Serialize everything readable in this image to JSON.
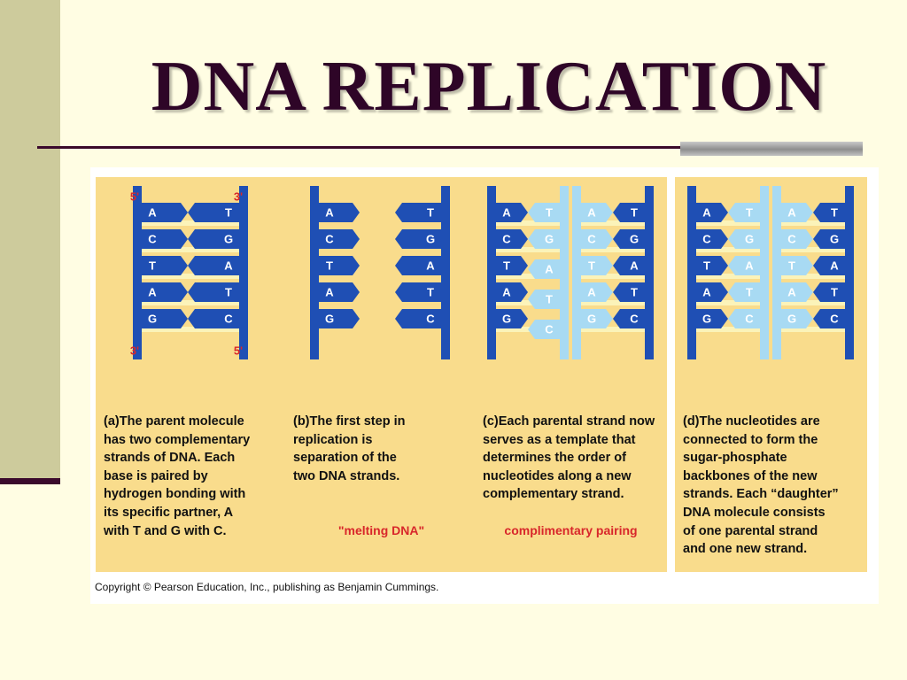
{
  "slide": {
    "title": "DNA REPLICATION"
  },
  "figure": {
    "copyright": "Copyright © Pearson Education, Inc., publishing as Benjamin Cummings.",
    "colors": {
      "old_strand": "#1f4fb4",
      "new_strand": "#a8daf3",
      "rung": "#fbf3b9",
      "panel_bg": "#f9dc8c",
      "label_red": "#d8272b"
    },
    "panels": [
      {
        "letter": "(a)",
        "caption": "The parent molecule\nhas two complementary\nstrands of DNA. Each\nbase is paired by\nhydrogen bonding with\nits specific partner, A\nwith T and G with C.",
        "note": "",
        "end_labels": {
          "top_left": "5'",
          "top_right": "3'",
          "bottom_left": "3'",
          "bottom_right": "5'"
        },
        "pairs": [
          [
            "A",
            "T"
          ],
          [
            "C",
            "G"
          ],
          [
            "T",
            "A"
          ],
          [
            "A",
            "T"
          ],
          [
            "G",
            "C"
          ]
        ]
      },
      {
        "letter": "(b)",
        "caption": "The first step in\nreplication is\nseparation of the\ntwo DNA strands.",
        "note": "\"melting DNA\"",
        "left_bases": [
          "A",
          "C",
          "T",
          "A",
          "G"
        ],
        "right_bases": [
          "T",
          "G",
          "A",
          "T",
          "C"
        ]
      },
      {
        "letter": "(c)",
        "caption": "Each parental strand now\nserves as a template that\ndetermines the order of\nnucleotides along a new\ncomplementary strand.",
        "note": "complimentary pairing",
        "left_pairs": [
          [
            "A",
            "T"
          ],
          [
            "C",
            "G"
          ],
          [
            "T",
            "A"
          ],
          [
            "A",
            "T"
          ],
          [
            "G",
            "C"
          ]
        ],
        "right_pairs": [
          [
            "A",
            "T"
          ],
          [
            "C",
            "G"
          ],
          [
            "T",
            "A"
          ],
          [
            "A",
            "T"
          ],
          [
            "G",
            "C"
          ]
        ]
      },
      {
        "letter": "(d)",
        "caption": "The nucleotides are\nconnected to form the\nsugar-phosphate\nbackbones of the new\nstrands. Each “daughter”\nDNA molecule consists\nof one parental strand\nand one new strand.",
        "note": "",
        "left_pairs": [
          [
            "A",
            "T"
          ],
          [
            "C",
            "G"
          ],
          [
            "T",
            "A"
          ],
          [
            "A",
            "T"
          ],
          [
            "G",
            "C"
          ]
        ],
        "right_pairs": [
          [
            "A",
            "T"
          ],
          [
            "C",
            "G"
          ],
          [
            "T",
            "A"
          ],
          [
            "A",
            "T"
          ],
          [
            "G",
            "C"
          ]
        ]
      }
    ]
  }
}
